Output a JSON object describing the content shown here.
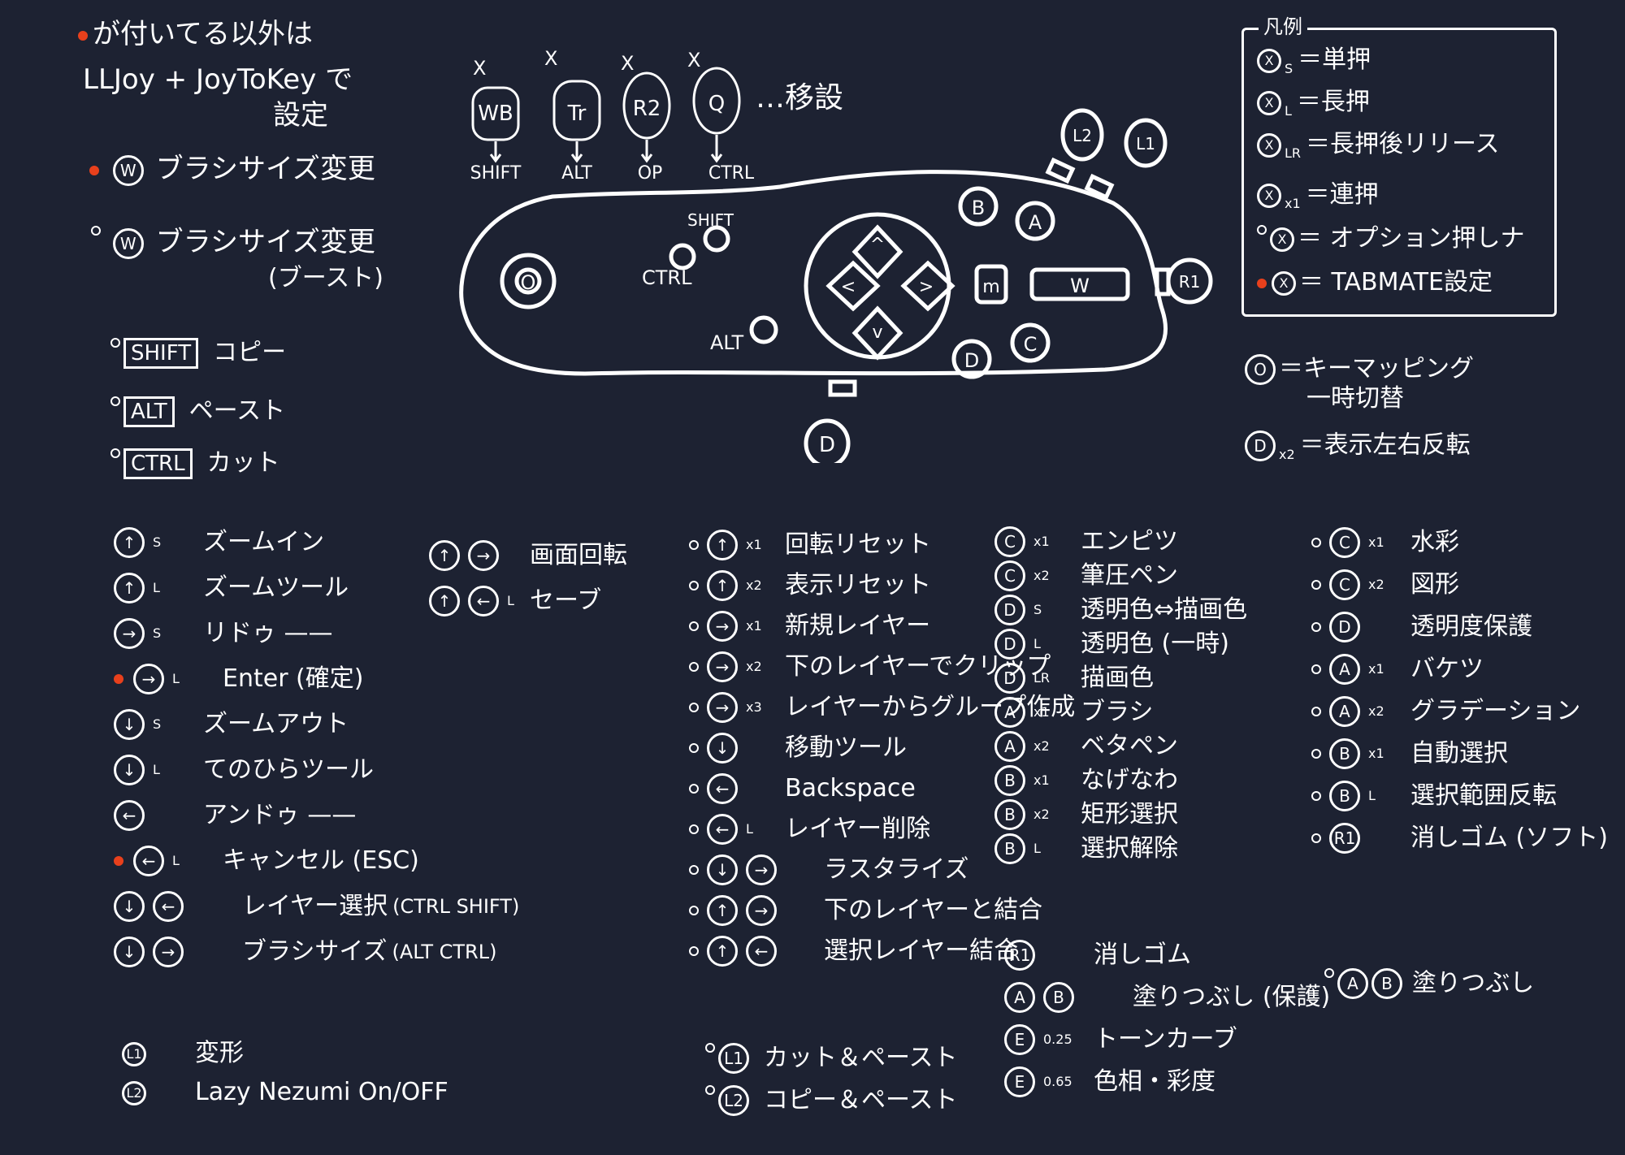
{
  "colors": {
    "background": "#1d2232",
    "ink": "#ffffff",
    "accent": "#e8401c"
  },
  "header_note": {
    "line1": "が付いてる以外は",
    "line2": "LLJoy + JoyToKey で",
    "line3": "設定"
  },
  "top_left": [
    {
      "marker": "red",
      "key": "W",
      "text": "ブラシサイズ変更"
    },
    {
      "marker": "ring",
      "key": "W",
      "text": "ブラシサイズ変更",
      "text2": "(ブースト)"
    }
  ],
  "modifier_items": [
    {
      "marker": "ring",
      "key": "SHIFT",
      "text": "コピー"
    },
    {
      "marker": "ring",
      "key": "ALT",
      "text": "ペースト"
    },
    {
      "marker": "ring",
      "key": "CTRL",
      "text": "カット"
    }
  ],
  "remap": {
    "keys": [
      {
        "key": "WB",
        "mapped": "SHIFT"
      },
      {
        "key": "Tr",
        "mapped": "ALT"
      },
      {
        "key": "R2",
        "mapped": "OP"
      },
      {
        "key": "Q",
        "mapped": "CTRL"
      }
    ],
    "note": "…移設",
    "cross": "X"
  },
  "controller": {
    "labels": {
      "shift": "SHIFT",
      "ctrl": "CTRL",
      "alt": "ALT",
      "w": "W",
      "m": "m",
      "up": "^",
      "left": "<",
      "right": ">",
      "down": "v",
      "b": "B",
      "a": "A",
      "d": "D",
      "c": "C",
      "l1": "L1",
      "l2": "L2",
      "r1": "R1",
      "o": "O",
      "bottom": "D"
    }
  },
  "legend": {
    "title": "凡例",
    "items": [
      {
        "sub": "S",
        "text": "＝単押"
      },
      {
        "sub": "L",
        "text": "＝長押"
      },
      {
        "sub": "LR",
        "text": "＝長押後リリース"
      },
      {
        "sub": "x1",
        "text": "＝連押"
      },
      {
        "sub": "",
        "text": "＝ オプション押しナ",
        "ring": true
      },
      {
        "sub": "",
        "text": "＝ TABMATE設定",
        "red": true
      }
    ]
  },
  "right_notes": [
    {
      "key": "O",
      "text": "＝キーマッピング",
      "text2": "一時切替"
    },
    {
      "key": "D",
      "sub": "x2",
      "text": "＝表示左右反転"
    }
  ],
  "col1": [
    {
      "keys": [
        "↑"
      ],
      "sub": "S",
      "text": "ズームイン"
    },
    {
      "keys": [
        "↑"
      ],
      "sub": "L",
      "text": "ズームツール"
    },
    {
      "keys": [
        "→"
      ],
      "sub": "S",
      "text": "リドゥ ——"
    },
    {
      "keys": [
        "→"
      ],
      "sub": "L",
      "text": "Enter (確定)",
      "red": true
    },
    {
      "keys": [
        "↓"
      ],
      "sub": "S",
      "text": "ズームアウト"
    },
    {
      "keys": [
        "↓"
      ],
      "sub": "L",
      "text": "てのひらツール"
    },
    {
      "keys": [
        "←"
      ],
      "sub": "",
      "text": "アンドゥ ——"
    },
    {
      "keys": [
        "←"
      ],
      "sub": "L",
      "text": "キャンセル (ESC)",
      "red": true
    },
    {
      "keys": [
        "↓",
        "←"
      ],
      "sub": "",
      "text": "レイヤー選択",
      "small": "(CTRL SHIFT)"
    },
    {
      "keys": [
        "↓",
        "→"
      ],
      "sub": "",
      "text": "ブラシサイズ",
      "small": "(ALT CTRL)"
    }
  ],
  "col1_bottom": [
    {
      "key": "L1",
      "text": "変形"
    },
    {
      "key": "L2",
      "text": "Lazy Nezumi On/OFF"
    }
  ],
  "col2": [
    {
      "keys": [
        "↑",
        "→"
      ],
      "sub": "",
      "text": "画面回転"
    },
    {
      "keys": [
        "↑",
        "←"
      ],
      "sub": "L",
      "text": "セーブ"
    }
  ],
  "col3": [
    {
      "keys": [
        "↑"
      ],
      "sub": "x1",
      "text": "回転リセット"
    },
    {
      "keys": [
        "↑"
      ],
      "sub": "x2",
      "text": "表示リセット"
    },
    {
      "keys": [
        "→"
      ],
      "sub": "x1",
      "text": "新規レイヤー"
    },
    {
      "keys": [
        "→"
      ],
      "sub": "x2",
      "text": "下のレイヤーでクリップ"
    },
    {
      "keys": [
        "→"
      ],
      "sub": "x3",
      "text": "レイヤーからグループ作成"
    },
    {
      "keys": [
        "↓"
      ],
      "sub": "",
      "text": "移動ツール"
    },
    {
      "keys": [
        "←"
      ],
      "sub": "",
      "text": "Backspace"
    },
    {
      "keys": [
        "←"
      ],
      "sub": "L",
      "text": "レイヤー削除"
    },
    {
      "keys": [
        "↓",
        "→"
      ],
      "sub": "",
      "text": "ラスタライズ"
    },
    {
      "keys": [
        "↑",
        "→"
      ],
      "sub": "",
      "text": "下のレイヤーと結合"
    },
    {
      "keys": [
        "↑",
        "←"
      ],
      "sub": "",
      "text": "選択レイヤー結合"
    }
  ],
  "col3_bottom": [
    {
      "key": "L1",
      "text": "カット＆ペースト"
    },
    {
      "key": "L2",
      "text": "コピー＆ペースト"
    }
  ],
  "col4": [
    {
      "key": "C",
      "sub": "x1",
      "text": "エンピツ"
    },
    {
      "key": "C",
      "sub": "x2",
      "text": "筆圧ペン"
    },
    {
      "key": "D",
      "sub": "S",
      "text": "透明色⇔描画色"
    },
    {
      "key": "D",
      "sub": "L",
      "text": "透明色 (一時)"
    },
    {
      "key": "D",
      "sub": "LR",
      "text": "描画色"
    },
    {
      "key": "A",
      "sub": "x1",
      "text": "ブラシ"
    },
    {
      "key": "A",
      "sub": "x2",
      "text": "ベタペン"
    },
    {
      "key": "B",
      "sub": "x1",
      "text": "なげなわ"
    },
    {
      "key": "B",
      "sub": "x2",
      "text": "矩形選択"
    },
    {
      "key": "B",
      "sub": "L",
      "text": "選択解除"
    }
  ],
  "col4_bottom": [
    {
      "keys": [
        "R1"
      ],
      "sub": "",
      "text": "消しゴム"
    },
    {
      "keys": [
        "A",
        "B"
      ],
      "sub": "",
      "text": "塗りつぶし (保護)"
    },
    {
      "keys": [
        "E"
      ],
      "sub": "0.25",
      "text": "トーンカーブ"
    },
    {
      "keys": [
        "E"
      ],
      "sub": "0.65",
      "text": "色相・彩度"
    }
  ],
  "col5": [
    {
      "key": "C",
      "sub": "x1",
      "text": "水彩"
    },
    {
      "key": "C",
      "sub": "x2",
      "text": "図形"
    },
    {
      "key": "D",
      "sub": "",
      "text": "透明度保護"
    },
    {
      "key": "A",
      "sub": "x1",
      "text": "バケツ"
    },
    {
      "key": "A",
      "sub": "x2",
      "text": "グラデーション"
    },
    {
      "key": "B",
      "sub": "x1",
      "text": "自動選択"
    },
    {
      "key": "B",
      "sub": "L",
      "text": "選択範囲反転"
    },
    {
      "key": "R1",
      "sub": "",
      "text": "消しゴム (ソフト)"
    }
  ],
  "col5_bottom": [
    {
      "keys": [
        "A",
        "B"
      ],
      "text": "塗りつぶし"
    }
  ]
}
